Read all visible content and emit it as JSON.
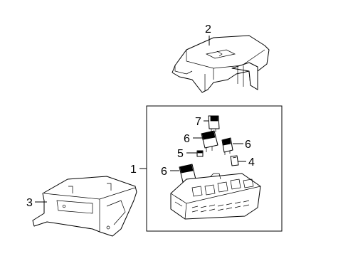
{
  "callouts": {
    "c1": "1",
    "c2": "2",
    "c3": "3",
    "c4": "4",
    "c5": "5",
    "c6a": "6",
    "c6b": "6",
    "c6c": "6",
    "c7": "7"
  }
}
